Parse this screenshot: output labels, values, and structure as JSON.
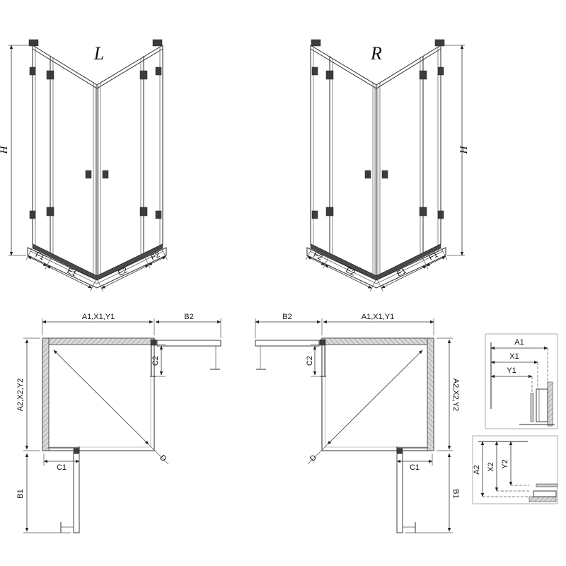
{
  "front_views": {
    "left": {
      "label": "L",
      "height_dim": "H",
      "dims": {
        "f1": "F1",
        "e1": "E1",
        "e2": "E2",
        "f2": "F2"
      }
    },
    "right": {
      "label": "R",
      "height_dim": "H",
      "dims": {
        "f2": "F2",
        "e2": "E2",
        "e1": "E1",
        "f1": "F1"
      }
    }
  },
  "plan_views": {
    "left": {
      "a1": "A1,X1,Y1",
      "b2": "B2",
      "a2": "A2,X2,Y2",
      "b1": "B1",
      "c2": "C2",
      "c1": "C1",
      "d": "D"
    },
    "right": {
      "a1": "A1,X1,Y1",
      "b2": "B2",
      "a2": "A2,X2,Y2",
      "b1": "B1",
      "c2": "C2",
      "c1": "C1",
      "d": "D"
    }
  },
  "profile_details": {
    "horizontal": {
      "dims": [
        "A1",
        "X1",
        "Y1"
      ]
    },
    "vertical": {
      "dims": [
        "A2",
        "X2",
        "Y2"
      ]
    }
  }
}
